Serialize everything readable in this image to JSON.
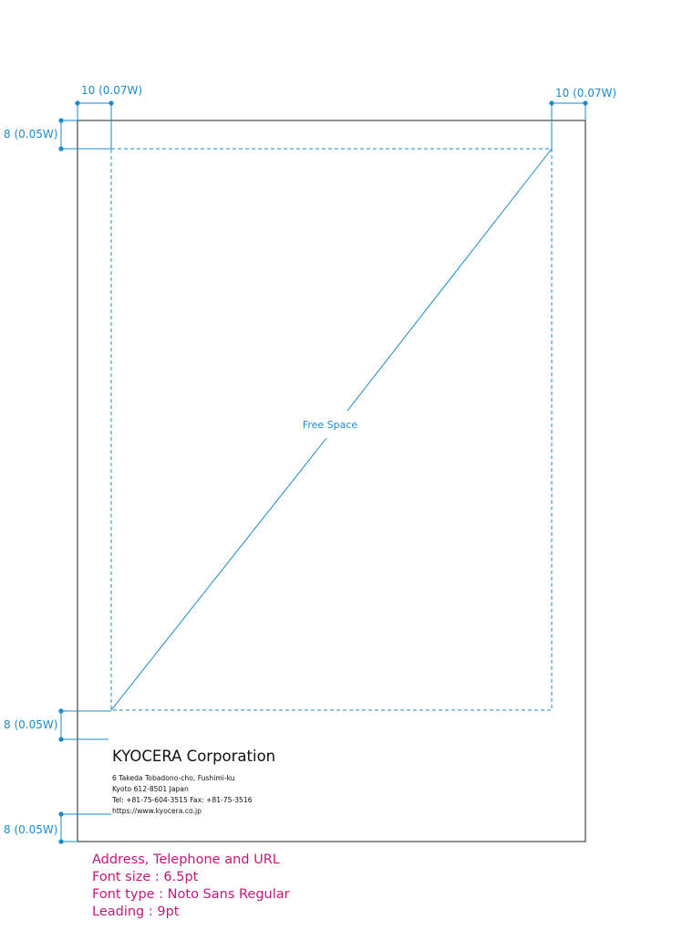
{
  "dimensions": {
    "top_left_width": "10 (0.07W)",
    "top_right_width": "10 (0.07W)",
    "top_margin": "8 (0.05W)",
    "middle_gap": "8 (0.05W)",
    "bottom_margin": "8 (0.05W)"
  },
  "free_space_label": "Free Space",
  "letterhead": {
    "company": "KYOCERA Corporation",
    "address_lines": [
      "6 Takeda Tobadono-cho, Fushimi-ku",
      "Kyoto 612-8501 Japan",
      "Tel: +81-75-604-3515   Fax: +81-75-3516",
      "https://www.kyocera.co.jp"
    ]
  },
  "spec_notes": [
    "Address, Telephone and URL",
    "Font size : 6.5pt",
    "Font type : Noto Sans Regular",
    "Leading : 9pt"
  ],
  "colors": {
    "guide": "#1a8ccc",
    "annotation": "#c4177e",
    "border": "#222222"
  }
}
